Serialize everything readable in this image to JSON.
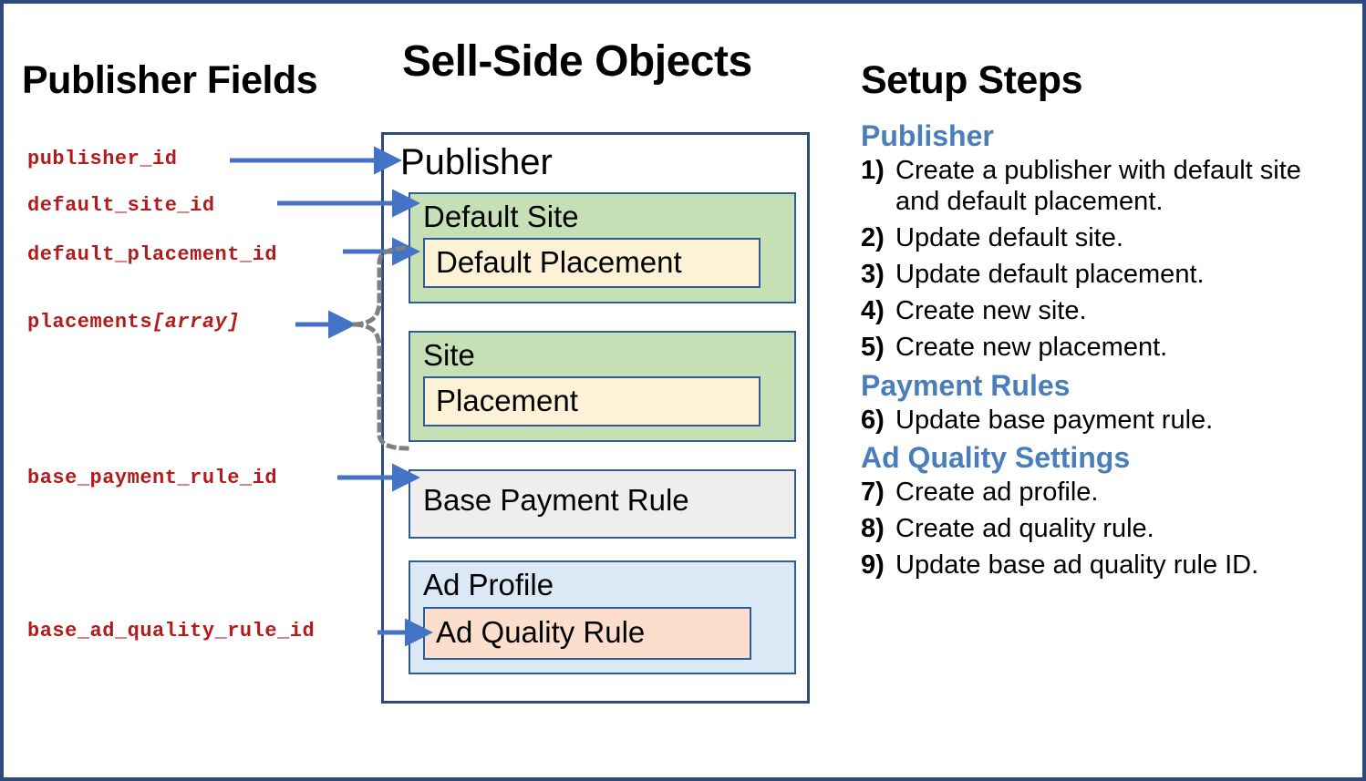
{
  "columns": {
    "publisher_fields_title": "Publisher Fields",
    "sell_side_title": "Sell-Side Objects",
    "setup_steps_title": "Setup Steps"
  },
  "publisher_fields": [
    {
      "name": "publisher_id",
      "suffix": ""
    },
    {
      "name": "default_site_id",
      "suffix": ""
    },
    {
      "name": "default_placement_id",
      "suffix": ""
    },
    {
      "name": "placements",
      "suffix": "[array]"
    },
    {
      "name": "base_payment_rule_id",
      "suffix": ""
    },
    {
      "name": "base_ad_quality_rule_id",
      "suffix": ""
    }
  ],
  "sell_side": {
    "publisher": "Publisher",
    "default_site": "Default Site",
    "default_placement": "Default Placement",
    "site": "Site",
    "placement": "Placement",
    "base_payment_rule": "Base Payment Rule",
    "ad_profile": "Ad Profile",
    "ad_quality_rule": "Ad Quality Rule"
  },
  "setup_steps": {
    "sections": [
      {
        "header": "Publisher",
        "steps": [
          {
            "num": "1)",
            "text": "Create a publisher with default site and default placement."
          },
          {
            "num": "2)",
            "text": "Update default site."
          },
          {
            "num": "3)",
            "text": "Update default placement."
          },
          {
            "num": "4)",
            "text": "Create new site."
          },
          {
            "num": "5)",
            "text": "Create new placement."
          }
        ]
      },
      {
        "header": "Payment Rules",
        "steps": [
          {
            "num": "6)",
            "text": "Update base payment rule."
          }
        ]
      },
      {
        "header": "Ad Quality Settings",
        "steps": [
          {
            "num": "7)",
            "text": "Create ad profile."
          },
          {
            "num": "8)",
            "text": "Create ad quality rule."
          },
          {
            "num": "9)",
            "text": "Update base ad quality rule ID."
          }
        ]
      }
    ]
  },
  "colors": {
    "frame_border": "#2e4a7d",
    "field_label": "#b31b1b",
    "arrow": "#4472c4",
    "dotted": "#808080",
    "section_header": "#4a7ebb",
    "site_green": "#c5e0b4",
    "placement_cream": "#fdf2d5",
    "payment_grey": "#eeeeee",
    "ad_profile_blue": "#dbe8f6",
    "ad_quality_peach": "#fbdfcc",
    "box_border": "#2e5c99"
  }
}
